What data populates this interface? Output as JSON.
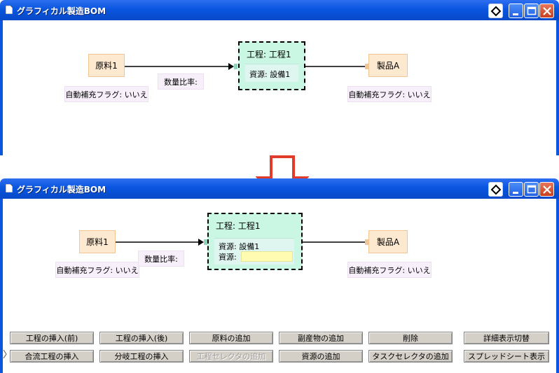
{
  "window": {
    "title": "グラフィカル製造BOM"
  },
  "before": {
    "input_node": "原料1",
    "input_flag": "自動補充フラグ: いいえ",
    "ratio_label": "数量比率:",
    "process_title": "工程: 工程1",
    "resource_label": "資源: 設備1",
    "output_node": "製品A",
    "output_flag": "自動補充フラグ: いいえ"
  },
  "after": {
    "input_node": "原料1",
    "input_flag": "自動補充フラグ: いいえ",
    "ratio_label": "数量比率:",
    "process_title": "工程: 工程1",
    "resource_label": "資源: 設備1",
    "resource_new_label": "資源:",
    "resource_new_value": "",
    "output_node": "製品A",
    "output_flag": "自動補充フラグ: いいえ"
  },
  "toolbar": {
    "row1": [
      "工程の挿入(前)",
      "工程の挿入(後)",
      "原料の追加",
      "副産物の追加",
      "削除",
      "詳細表示切替"
    ],
    "row2": [
      "合流工程の挿入",
      "分岐工程の挿入",
      "工程セレクタの追加",
      "資源の追加",
      "タスクセレクタの追加",
      "スプレッドシート表示"
    ]
  },
  "colors": {
    "titlebar": "#0a56df",
    "node_fill": "#fde8d0",
    "process_fill": "#c9f7e4",
    "arrow": "#e23b2a"
  },
  "icons": {
    "title": "document-icon",
    "titlebar_buttons": [
      "diamond-icon",
      "minimize-icon",
      "maximize-icon",
      "close-icon"
    ],
    "transition": "down-arrow-icon"
  }
}
